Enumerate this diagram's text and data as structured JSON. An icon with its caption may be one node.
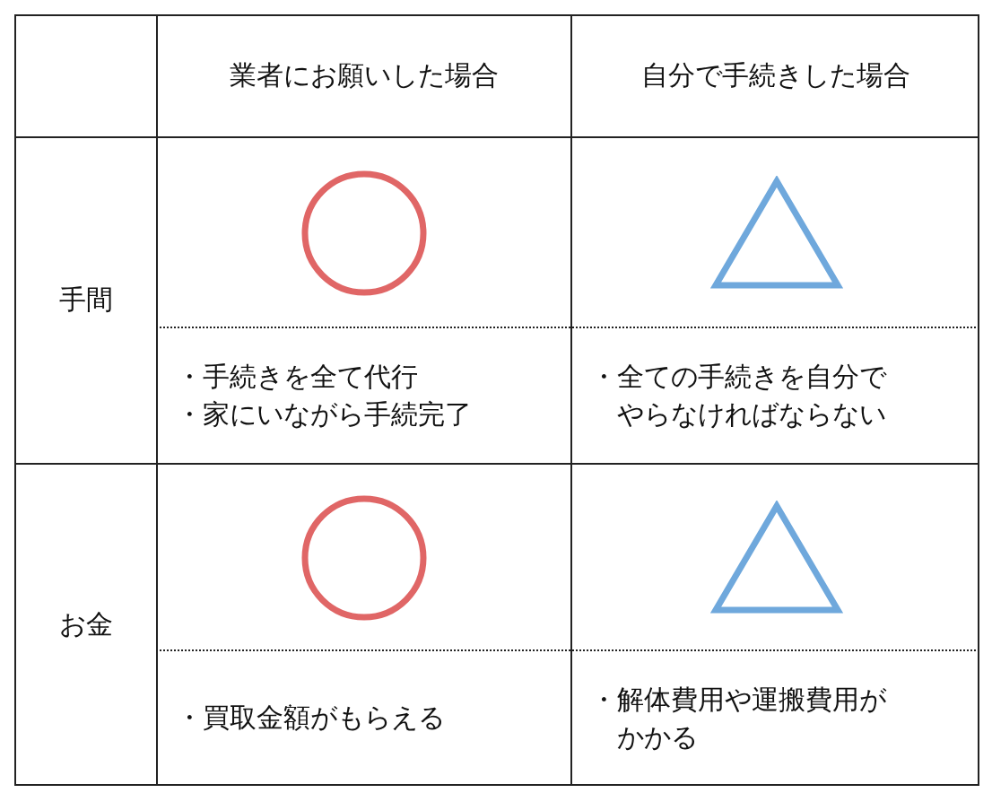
{
  "diagram": {
    "nodes": [
      {
        "text": [],
        "shape": "circle"
      },
      {
        "text": [],
        "shape": "triangle"
      },
      {
        "text": [],
        "shape": "circle"
      },
      {
        "text": [],
        "shape": "triangle"
      }
    ],
    "labels": [
      "業者にお願いした場合",
      "自分で手続きした場合",
      "手間",
      "・手続きを全て代行",
      "・家にいながら手続完了",
      "・全ての手続きを自分でやらなければならない",
      "お金",
      "・買取金額がもらえる",
      "・解体費用や運搬費用がかかる"
    ]
  }
}
